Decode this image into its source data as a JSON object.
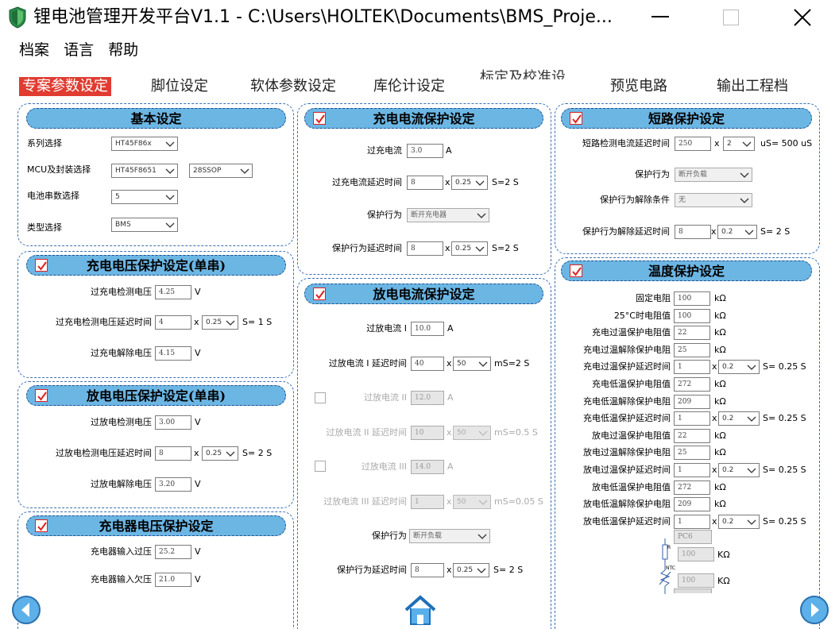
{
  "window": {
    "title": "锂电池管理开发平台V1.1 - C:\\Users\\HOLTEK\\Documents\\BMS_Proje..."
  },
  "menu": [
    "档案",
    "语言",
    "帮助"
  ],
  "tabs": [
    "专案参数设定",
    "脚位设定",
    "软体参数设定",
    "库伦计设定",
    "标定及校准设",
    "预览电路",
    "输出工程档"
  ],
  "basic": {
    "title": "基本设定",
    "series_label": "系列选择",
    "series_value": "HT45F86x",
    "mcu_label": "MCU及封装选择",
    "mcu_value": "HT45F8651",
    "pkg_value": "28SSOP",
    "cells_label": "电池串数选择",
    "cells_value": "5",
    "type_label": "类型选择",
    "type_value": "BMS"
  },
  "ov": {
    "title": "充电电压保护设定(单串)",
    "detect_label": "过充电检测电压",
    "detect_value": "4.25",
    "unit_v": "V",
    "delay_label": "过充电检测电压延迟时间",
    "delay_value": "4",
    "x": "x",
    "mult_value": "0.25",
    "result": "S= 1 S",
    "release_label": "过充电解除电压",
    "release_value": "4.15"
  },
  "uv": {
    "title": "放电电压保护设定(单串)",
    "detect_label": "过放电检测电压",
    "detect_value": "3.00",
    "unit_v": "V",
    "delay_label": "过放电检测电压延迟时间",
    "delay_value": "8",
    "x": "x",
    "mult_value": "0.25",
    "result": "S= 2 S",
    "release_label": "过放电解除电压",
    "release_value": "3.20"
  },
  "charger": {
    "title": "充电器电压保护设定",
    "over_label": "充电器输入过压",
    "over_value": "25.2",
    "unit_v": "V",
    "under_label": "充电器输入欠压",
    "under_value": "21.0"
  },
  "occ": {
    "title": "充电电流保护设定",
    "cur_label": "过充电流",
    "cur_value": "3.0",
    "unit_a": "A",
    "delay_label": "过充电流延迟时间",
    "delay_value": "8",
    "x": "x",
    "mult_value": "0.25",
    "result": "S=2 S",
    "action_label": "保护行为",
    "action_value": "断开充电器",
    "action_delay_label": "保护行为延迟时间",
    "action_delay_value": "8",
    "action_result": "S=2 S"
  },
  "ocd": {
    "title": "放电电流保护设定",
    "i1_label": "过放电流 I",
    "i1_value": "10.0",
    "unit_a": "A",
    "i1_delay_label": "过放电流 I 延迟时间",
    "i1_delay_value": "40",
    "x": "x",
    "i1_mult": "50",
    "i1_result": "mS=2 S",
    "i2_label": "过放电流 II",
    "i2_value": "12.0",
    "i2_delay_label": "过放电流 II 延迟时间",
    "i2_delay_value": "10",
    "i2_mult": "50",
    "i2_result": "mS=0.5 S",
    "i3_label": "过放电流 III",
    "i3_value": "14.0",
    "i3_delay_label": "过放电流 III 延迟时间",
    "i3_delay_value": "1",
    "i3_mult": "50",
    "i3_result": "mS=0.05 S",
    "action_label": "保护行为",
    "action_value": "断开负载",
    "action_delay_label": "保护行为延迟时间",
    "action_delay_value": "8",
    "action_result": "S= 2 S"
  },
  "scp": {
    "title": "短路保护设定",
    "delay_label": "短路检测电流延迟时间",
    "delay_value": "250",
    "x": "x",
    "mult_value": "2",
    "result": "uS= 500 uS",
    "action_label": "保护行为",
    "action_value": "断开负载",
    "release_label": "保护行为解除条件",
    "release_value": "无",
    "rdelay_label": "保护行为解除延迟时间",
    "rdelay_value": "8",
    "rmult": "0.2",
    "rresult": "S= 2 S"
  },
  "temp": {
    "title": "温度保护设定",
    "unit": "kΩ",
    "x": "x",
    "rows": [
      {
        "label": "固定电阻",
        "value": "100"
      },
      {
        "label": "25°C时电阻值",
        "value": "100"
      },
      {
        "label": "充电过温保护电阻值",
        "value": "22"
      },
      {
        "label": "充电过温解除保护电阻",
        "value": "25"
      },
      {
        "label": "充电过温保护延迟时间",
        "value": "1",
        "mult": "0.2",
        "result": "S= 0.25 S"
      },
      {
        "label": "充电低温保护电阻值",
        "value": "272"
      },
      {
        "label": "充电低温解除保护电阻",
        "value": "209"
      },
      {
        "label": "充电低温保护延迟时间",
        "value": "1",
        "mult": "0.2",
        "result": "S= 0.25 S"
      },
      {
        "label": "放电过温保护电阻值",
        "value": "22"
      },
      {
        "label": "放电过温解除保护电阻",
        "value": "25"
      },
      {
        "label": "放电过温保护延迟时间",
        "value": "1",
        "mult": "0.2",
        "result": "S= 0.25 S"
      },
      {
        "label": "放电低温保护电阻值",
        "value": "272"
      },
      {
        "label": "放电低温解除保护电阻",
        "value": "209"
      },
      {
        "label": "放电低温保护延迟时间",
        "value": "1",
        "mult": "0.2",
        "result": "S= 0.25 S"
      }
    ],
    "pin": "PC6",
    "r_label": "R",
    "r1_value": "100",
    "ntc_label": "NTC",
    "r2_value": "100",
    "unit_big": "KΩ"
  },
  "colors": {
    "accent": "#6cb6e4",
    "active_tab": "#e03c31"
  }
}
